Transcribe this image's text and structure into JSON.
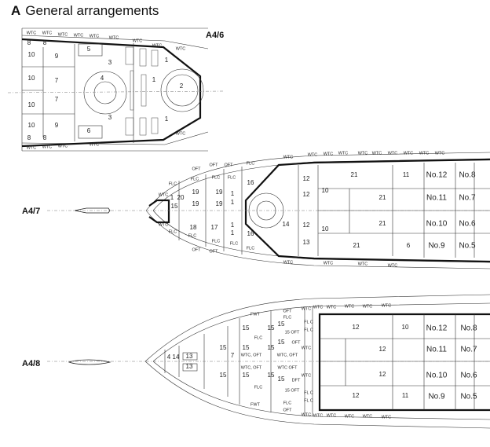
{
  "title": {
    "letter": "A",
    "text": "General arrangements"
  },
  "panels": [
    {
      "id": "A4/6",
      "labels": [
        "10",
        "9",
        "10",
        "7",
        "10",
        "7",
        "10",
        "9",
        "5",
        "6",
        "4",
        "3",
        "3",
        "1",
        "1",
        "1",
        "2",
        "8",
        "8",
        "8",
        "8",
        "WTC",
        "WTC",
        "WTC",
        "WTC",
        "WTC",
        "WTC",
        "WTC",
        "WTC",
        "WTC",
        "WTC",
        "WTC",
        "WTC",
        "WTC",
        "WTC"
      ]
    },
    {
      "id": "A4/7",
      "labels": [
        "15",
        "1",
        "20",
        "19",
        "19",
        "19",
        "19",
        "18",
        "17",
        "16",
        "16",
        "1",
        "1",
        "1",
        "1",
        "12",
        "12",
        "12",
        "13",
        "21",
        "11",
        "No.12",
        "No.8",
        "21",
        "No.11",
        "No.7",
        "21",
        "No.10",
        "No.6",
        "21",
        "6",
        "No.9",
        "No.5",
        "10",
        "10",
        "FLC",
        "FLC",
        "FLC",
        "FLC",
        "OFT",
        "OFT",
        "OFT",
        "FLC",
        "WTC",
        "WTC",
        "FLC",
        "FLC",
        "FLC",
        "FLC",
        "OFT",
        "OFT",
        "FLC",
        "14",
        "WTC",
        "WTC",
        "WTC",
        "WTC",
        "WTC",
        "WTC",
        "WTC",
        "WTC",
        "WTC",
        "WTC",
        "WTC",
        "WTC",
        "WTC",
        "WTC"
      ]
    },
    {
      "id": "A4/8",
      "labels": [
        "12",
        "10",
        "No.12",
        "No.8",
        "12",
        "No.11",
        "No.7",
        "12",
        "No.10",
        "No.6",
        "12",
        "11",
        "No.9",
        "No.5",
        "15",
        "15",
        "15",
        "15",
        "15",
        "15",
        "15",
        "13",
        "13",
        "14",
        "4",
        "7",
        "WTC",
        "WTC",
        "15",
        "15",
        "15",
        "15",
        "WTC, OFT",
        "WTC, OFT",
        "WTC, OFT",
        "WTC OFT",
        "FLC",
        "FLC",
        "FWT",
        "FWT",
        "OFT",
        "OFT",
        "FLC",
        "FLC",
        "OFT",
        "DFT",
        "15 OFT",
        "15 OFT",
        "FL C",
        "FL C",
        "FL C",
        "FL C",
        "WTC",
        "WTC",
        "WTC",
        "WTC",
        "WTC",
        "WTC",
        "WTC",
        "WTC",
        "WTC",
        "WTC",
        "WTC",
        "WTC"
      ]
    }
  ]
}
